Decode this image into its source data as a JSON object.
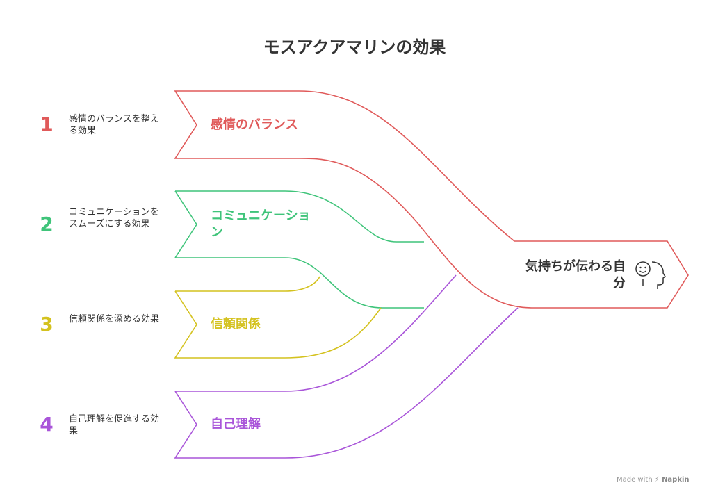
{
  "title": "モスアクアマリンの効果",
  "items": [
    {
      "number": "1",
      "description": "感情のバランスを整える効果",
      "label": "感情のバランス",
      "color": "#e05a5a"
    },
    {
      "number": "2",
      "description": "コミュニケーションをスムーズにする効果",
      "label": "コミュニケーション",
      "color": "#3fc47a"
    },
    {
      "number": "3",
      "description": "信頼関係を深める効果",
      "label": "信頼関係",
      "color": "#d4c21f"
    },
    {
      "number": "4",
      "description": "自己理解を促進する効果",
      "label": "自己理解",
      "color": "#a955d9"
    }
  ],
  "outcome": {
    "label": "気持ちが伝わる自分",
    "icon": "person-head-icon"
  },
  "footer": {
    "made_with": "Made with",
    "brand": "Napkin"
  }
}
